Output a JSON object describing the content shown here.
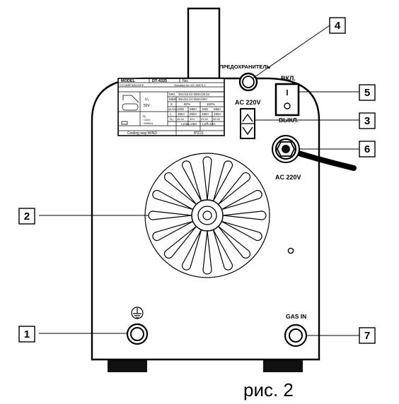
{
  "caption": "рис. 2",
  "labels": {
    "fuse": "ПРЕДОХРАНИТЕЛЬ",
    "ac_top": "AC 220V",
    "ac_cable": "AC 220V",
    "switch_on": "ВКЛ.",
    "switch_off": "ВЫКЛ.",
    "gas_in": "GAS IN"
  },
  "callouts": [
    "1",
    "2",
    "3",
    "4",
    "5",
    "6",
    "7"
  ],
  "plate": {
    "model_label": "MODEL",
    "model_value": "DT-4325",
    "no_label": "No.",
    "standard": "Standard No: IEC 60974-1",
    "cert": "CCC/MRP/MSGS/PE",
    "u0": "U₀",
    "u0_value": "50V",
    "mig_label": "MIG",
    "mig_range": "30A/15.5V-250A/26.5V",
    "mma_label": "MMA",
    "mma_range": "30A/21.2V-250A/30V",
    "x_label": "X",
    "x_60": "60%",
    "x_100": "100%",
    "mode": "MODEL",
    "mig": "MIG",
    "mma": "MMA",
    "i2": "I₂",
    "i2_values": [
      "250A",
      "250A",
      "190A",
      "190A"
    ],
    "u2": "U₂",
    "u2_values": [
      "26.5V",
      "30V",
      "23.5V",
      "26.5V"
    ],
    "u1": "U₁",
    "u1_value": "~220V",
    "freq": "~50/60Hz",
    "imax": "I₁max=26A",
    "ieff": "I₁eff=16A",
    "cooling": "Cooling way:WIND",
    "ip": "IP21S"
  }
}
